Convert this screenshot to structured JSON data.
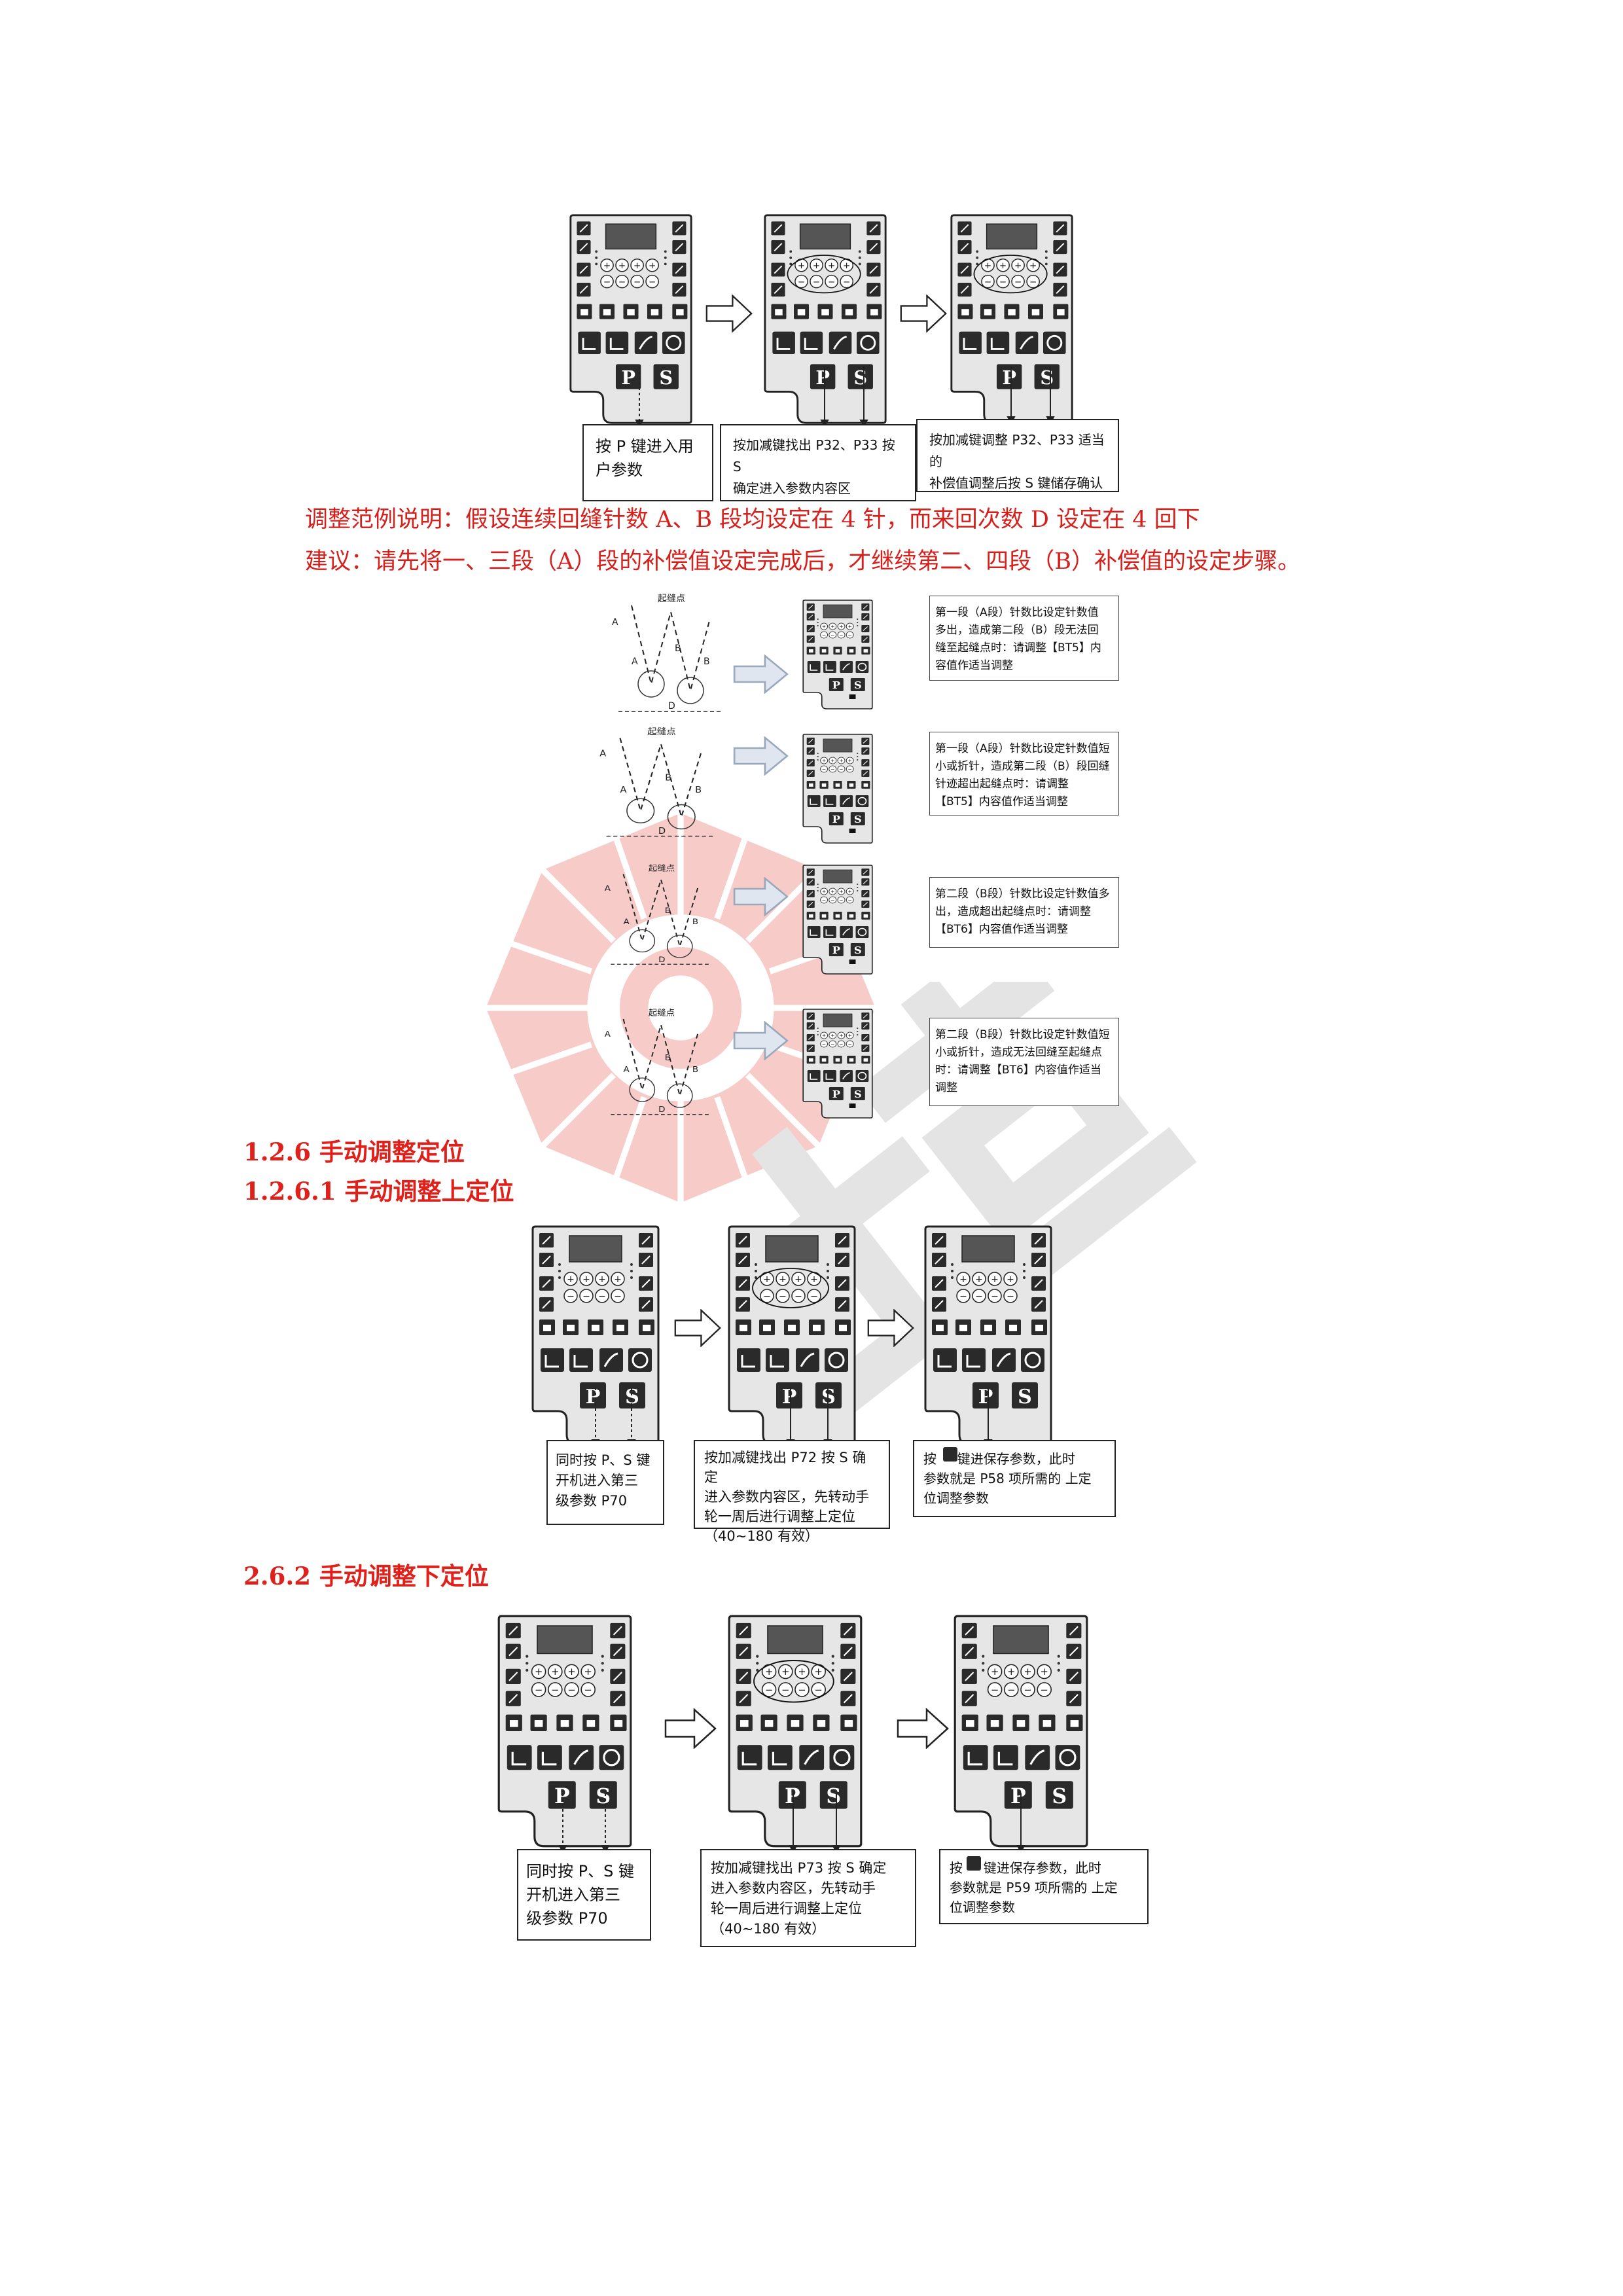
{
  "section1": {
    "captions": [
      "按 P 键进入用\n户参数",
      "按加减键找出 P32、P33 按 S\n确定进入参数内容区",
      "按加减键调整 P32、P33 适当的\n补偿值调整后按 S 键储存确认"
    ],
    "note_line1": "调整范例说明：假设连续回缝针数 A、B 段均设定在 4 针，而来回次数 D 设定在 4 回下",
    "note_line2": "建议：请先将一、三段（A）段的补偿值设定完成后，才继续第二、四段（B）补偿值的设定步骤。"
  },
  "cases": [
    {
      "start_label": "起缝点",
      "text": "第一段（A段）针数比设定针数值\n多出，造成第二段（B）段无法回\n缝至起缝点时：请调整【BT5】内\n容值作适当调整"
    },
    {
      "start_label": "起缝点",
      "text": "第一段（A段）针数比设定针数值短\n小或折针，造成第二段（B）段回缝\n针迹超出起缝点时：请调整\n【BT5】内容值作适当调整"
    },
    {
      "start_label": "起缝点",
      "text": "第二段（B段）针数比设定针数值多\n出，造成超出起缝点时：请调整\n【BT6】内容值作适当调整"
    },
    {
      "start_label": "起缝点",
      "text": "第二段（B段）针数比设定针数值短\n小或折针，造成无法回缝至起缝点\n时：请调整【BT6】内容值作适当\n调整"
    }
  ],
  "stitch_letters": {
    "a": "A",
    "b": "B",
    "d": "D"
  },
  "headings": {
    "h126": "1.2.6 手动调整定位",
    "h1261": "1.2.6.1 手动调整上定位",
    "h262": "2.6.2 手动调整下定位"
  },
  "section_upper": {
    "captions": [
      "同时按 P、S 键\n开机进入第三\n级参数 P70",
      "按加减键找出 P72 按 S 确定\n进入参数内容区，先转动手\n轮一周后进行调整上定位\n（40~180 有效）",
      "按     键进保存参数，此时\n参数就是 P58 项所需的 上定\n位调整参数"
    ]
  },
  "section_lower": {
    "captions": [
      "同时按 P、S 键\n开机进入第三\n级参数 P70",
      "按加减键找出 P73 按 S 确定\n进入参数内容区，先转动手\n轮一周后进行调整上定位\n（40~180 有效）",
      "按     键进保存参数，此时\n参数就是 P59 项所需的 上定\n位调整参数"
    ]
  },
  "panel_keys": {
    "p": "P",
    "s": "S",
    "plus": "+",
    "minus": "−"
  },
  "colors": {
    "heading_red": "#e0211b",
    "note_red": "#d6201c",
    "panel_fill": "#e6e6e6",
    "key_dark": "#2a2a2a"
  }
}
